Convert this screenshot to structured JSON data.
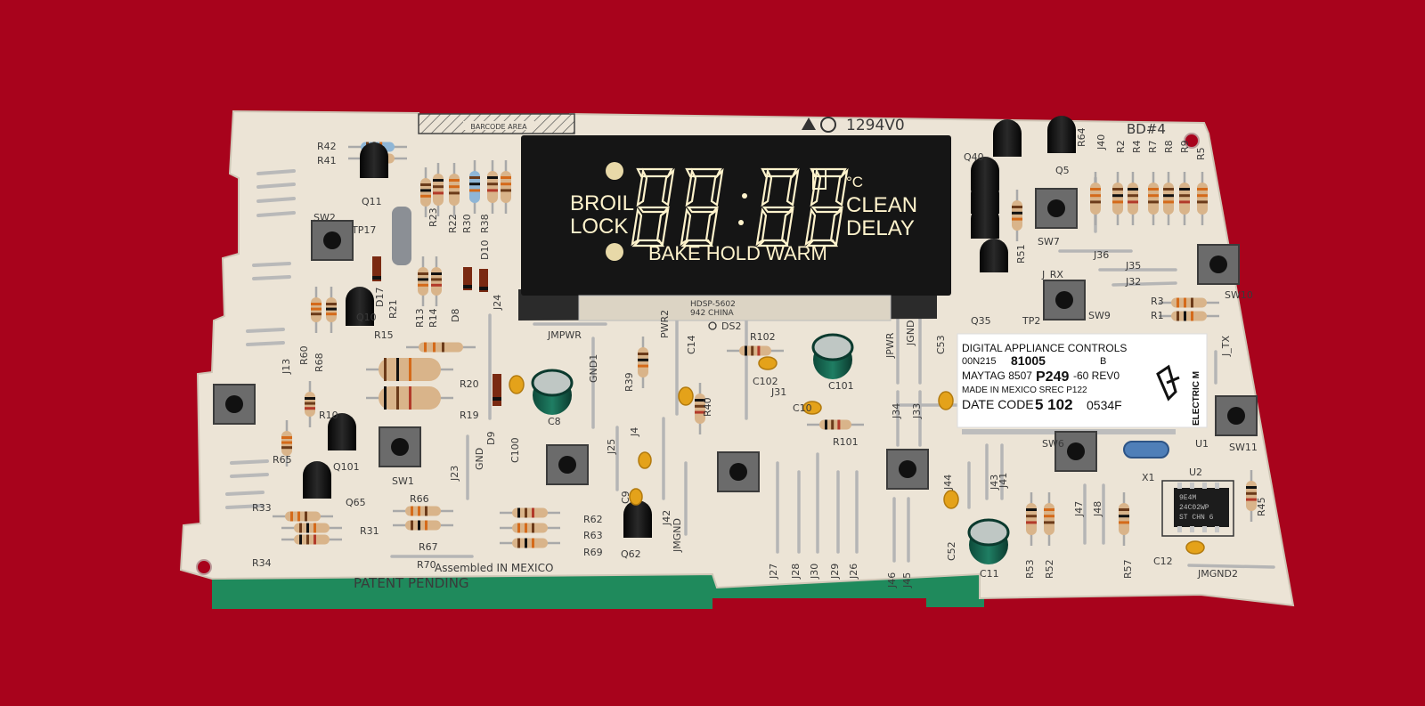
{
  "display": {
    "digits": "88:88",
    "left_top": "BROIL",
    "left_bottom": "LOCK",
    "right_top": "°C",
    "right_mid": "CLEAN",
    "right_bottom": "DELAY",
    "bottom": "BAKE HOLD WARM",
    "part_line1": "HDSP-5602",
    "part_line2": "942 CHINA"
  },
  "board": {
    "top_code": "1294V0",
    "bd": "BD#4",
    "barcode_area": "BARCODE AREA",
    "assembled": "Assembled IN MEXICO",
    "patent": "PATENT PENDING",
    "ds": "DS2",
    "brand_label": "ELECTRIC M"
  },
  "sticker": {
    "line1": "DIGITAL APPLIANCE CONTROLS",
    "line2_prefix": "00N215",
    "line2_bold": "81005",
    "line2_suffix": "B",
    "line3_prefix": "MAYTAG  8507",
    "line3_bold": "P249",
    "line3_suffix": "-60   REV0",
    "line4": "MADE IN MEXICO    SREC P122",
    "line5_prefix": "DATE CODE",
    "line5_bold": "5 102",
    "line5_suffix": "0534F"
  },
  "ic_chip": {
    "line1": "9E4M",
    "line2": "24C02WP",
    "line3": "ST CHN 6"
  },
  "silkscreen_labels": [
    "R42",
    "R41",
    "Q11",
    "TP17",
    "R23",
    "R22",
    "R30",
    "R38",
    "D17",
    "R21",
    "R13",
    "R14",
    "D8",
    "D10",
    "J24",
    "Q10",
    "R15",
    "R60",
    "R68",
    "J13",
    "R10",
    "R20",
    "R19",
    "D9",
    "C100",
    "C8",
    "GND1",
    "R39",
    "PWR2",
    "C14",
    "R40",
    "C102",
    "R102",
    "C101",
    "C10",
    "J31",
    "R101",
    "JPWR",
    "JGND",
    "C53",
    "J34",
    "J33",
    "J25",
    "J4",
    "C9",
    "J42",
    "JMGND",
    "Q62",
    "R62",
    "R63",
    "R69",
    "R66",
    "R67",
    "R70",
    "R65",
    "Q101",
    "SW1",
    "J23",
    "GND",
    "R33",
    "Q65",
    "R31",
    "R34",
    "J27",
    "J28",
    "J30",
    "J29",
    "J26",
    "J46",
    "J45",
    "C52",
    "C11",
    "J44",
    "J43",
    "J41",
    "R53",
    "R52",
    "J47",
    "J48",
    "R57",
    "C12",
    "JMGND2",
    "U2",
    "X1",
    "SW6",
    "U1",
    "SW11",
    "R45",
    "J_TX",
    "SW10",
    "R3",
    "R1",
    "J32",
    "J35",
    "J36",
    "SW9",
    "TP2",
    "J_RX",
    "Q35",
    "R51",
    "SW7",
    "Q40",
    "Q5",
    "R64",
    "J40",
    "R2",
    "R4",
    "R7",
    "R8",
    "R9",
    "R5",
    "JMPWR",
    "SW2"
  ],
  "colors": {
    "background": "#a8031c",
    "board": "#ece4d6",
    "display": "#151515",
    "lcd": "#fff3cc",
    "solder_mask_edge": "#1f8a5c"
  }
}
